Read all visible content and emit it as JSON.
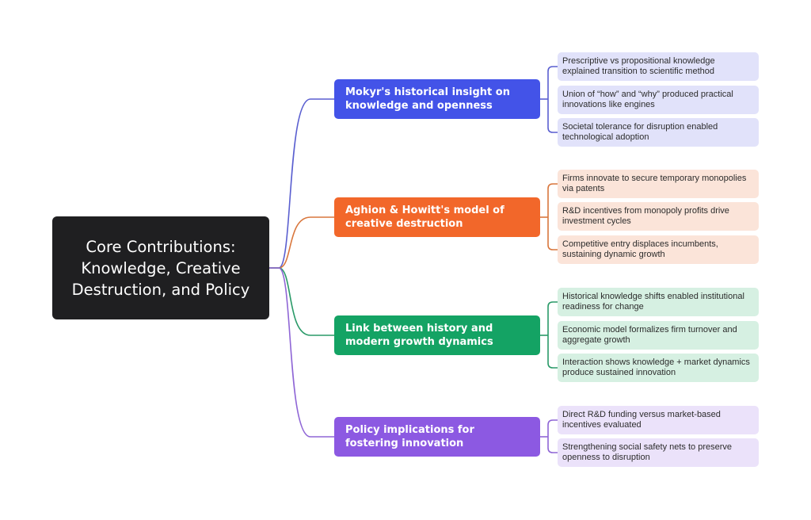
{
  "root": {
    "title": "Core Contributions: Knowledge, Creative Destruction, and Policy",
    "color": "#1f1f21"
  },
  "branches": [
    {
      "label": "Mokyr's historical insight on knowledge and openness",
      "color": "#4353e8",
      "line_color": "#5a5fd0",
      "leaf_bg": "#e1e2fa",
      "leaves": [
        "Prescriptive vs propositional knowledge explained transition to scientific method",
        "Union of “how” and “why” produced practical innovations like engines",
        "Societal tolerance for disruption enabled technological adoption"
      ]
    },
    {
      "label": "Aghion & Howitt's model of creative destruction",
      "color": "#f2672a",
      "line_color": "#d9773d",
      "leaf_bg": "#fbe4d9",
      "leaves": [
        "Firms innovate to secure temporary monopolies via patents",
        "R&D incentives from monopoly profits drive investment cycles",
        "Competitive entry displaces incumbents, sustaining dynamic growth"
      ]
    },
    {
      "label": "Link between history and modern growth dynamics",
      "color": "#14a364",
      "line_color": "#2a9a68",
      "leaf_bg": "#d6f0e2",
      "leaves": [
        "Historical knowledge shifts enabled institutional readiness for change",
        "Economic model formalizes firm turnover and aggregate growth",
        "Interaction shows knowledge + market dynamics produce sustained innovation"
      ]
    },
    {
      "label": "Policy implications for fostering innovation",
      "color": "#8c59e2",
      "line_color": "#8f66d6",
      "leaf_bg": "#ebe2fa",
      "leaves": [
        "Direct R&D funding versus market-based incentives evaluated",
        "Strengthening social safety nets to preserve openness to disruption"
      ]
    }
  ]
}
